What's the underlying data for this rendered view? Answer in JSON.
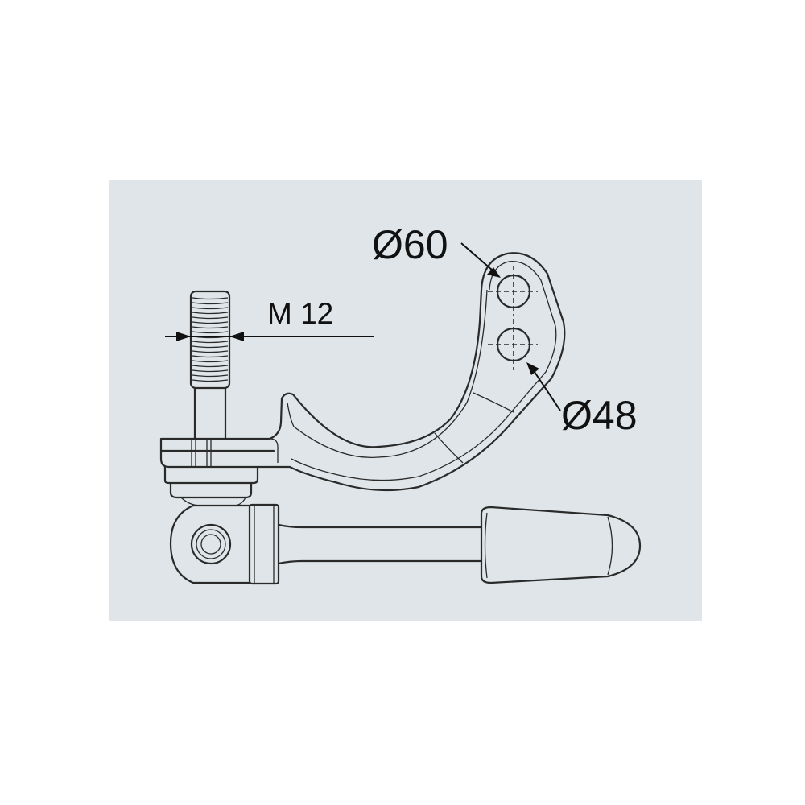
{
  "diagram": {
    "background_panel_color": "#dfe5e8",
    "line_color": "#2a2a2a",
    "dimensions": {
      "thread": "M 12",
      "large_bore": "Ø60",
      "small_bore": "Ø48"
    }
  }
}
